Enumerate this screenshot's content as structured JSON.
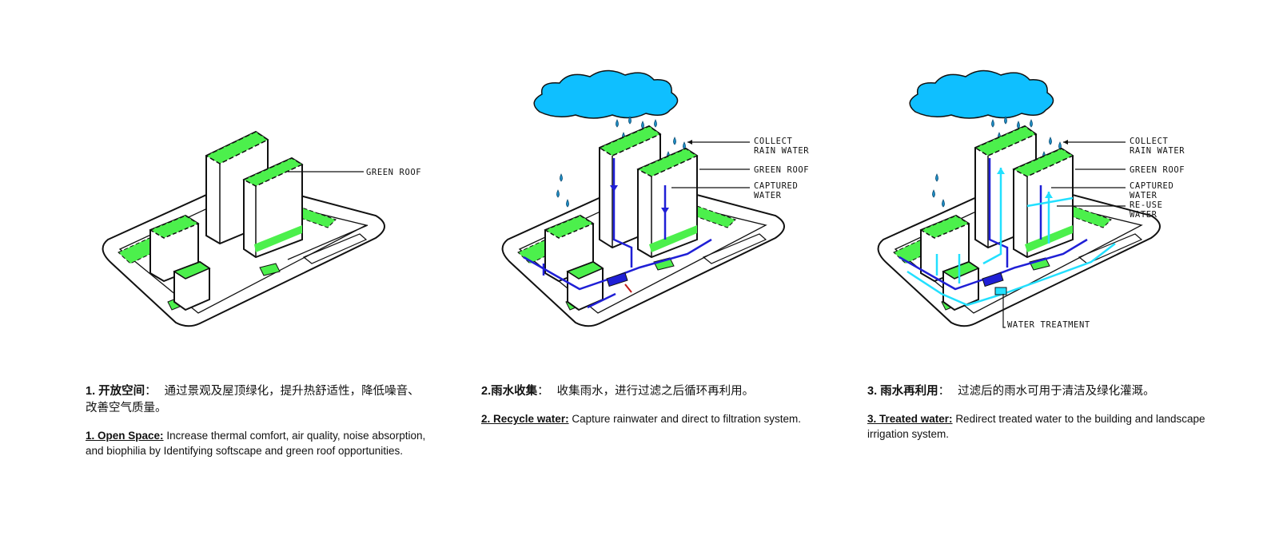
{
  "colors": {
    "green_roof": "#4cf04c",
    "cloud": "#0fbfff",
    "collected_water": "#1f1fd6",
    "treated_water": "#22e0ff",
    "ink": "#111111"
  },
  "panels": [
    {
      "annotations": [
        "GREEN ROOF"
      ],
      "cn_title": "1. 开放空间",
      "cn_text": "通过景观及屋顶绿化，提升热舒适性，降低噪音、改善空气质量。",
      "en_title": "1. Open Space:",
      "en_text": "Increase thermal comfort, air quality, noise absorption, and biophilia by Identifying softscape and green roof opportunities."
    },
    {
      "annotations": [
        "COLLECT",
        "RAIN WATER",
        "GREEN ROOF",
        "CAPTURED",
        "WATER"
      ],
      "cn_title": "2.雨水收集",
      "cn_text": "收集雨水，进行过滤之后循环再利用。",
      "en_title": "2. Recycle water:",
      "en_text": "Capture rainwater and direct to filtration system."
    },
    {
      "annotations": [
        "COLLECT",
        "RAIN WATER",
        "GREEN ROOF",
        "CAPTURED",
        "WATER",
        "RE-USE",
        "WATER",
        "WATER TREATMENT"
      ],
      "cn_title": "3. 雨水再利用",
      "cn_text": "过滤后的雨水可用于清洁及绿化灌溉。",
      "en_title": "3. Treated water:",
      "en_text": "Redirect treated water to the building and landscape irrigation system."
    }
  ]
}
